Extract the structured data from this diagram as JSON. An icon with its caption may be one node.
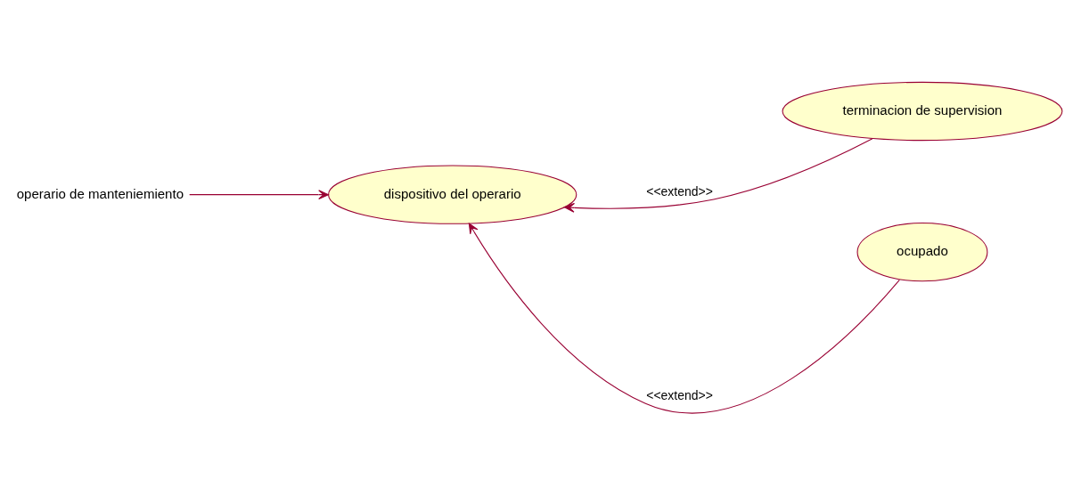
{
  "diagram": {
    "nodes": [
      {
        "text": [
          "operario de manteniemiento"
        ]
      },
      {
        "text": [
          "dispositivo del operario"
        ]
      },
      {
        "text": [
          "terminacion de supervision"
        ]
      },
      {
        "text": [
          "ocupado"
        ]
      }
    ],
    "edges": [
      {
        "from": 0,
        "to": 1,
        "arrow": "to"
      },
      {
        "from": 2,
        "to": 1,
        "arrow": "to",
        "label": "<<extend>>"
      },
      {
        "from": 3,
        "to": 1,
        "arrow": "to",
        "label": "<<extend>>"
      }
    ]
  }
}
